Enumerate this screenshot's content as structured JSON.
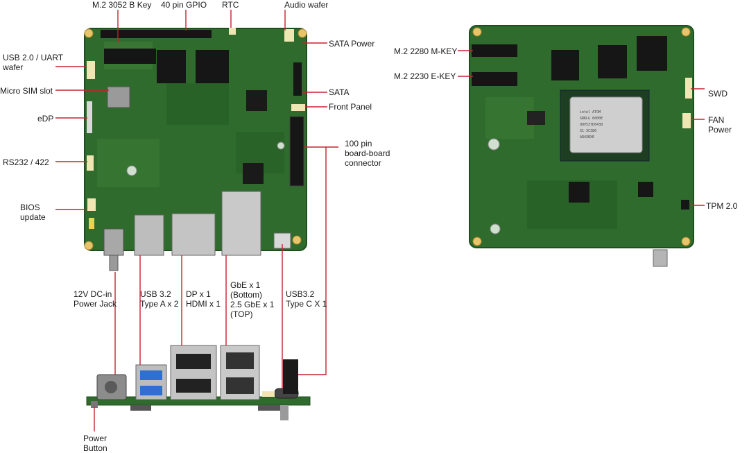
{
  "colors": {
    "pcb": "#2f6b2c",
    "pcb_dark": "#1f4f1f",
    "leader": "#c8202f",
    "metal": "#b9b9b9",
    "usb_blue": "#2e6fd1"
  },
  "labels": {
    "m2_3052": "M.2 3052 B Key",
    "gpio": "40 pin GPIO",
    "rtc": "RTC",
    "audio": "Audio wafer",
    "usb_uart": "USB 2.0 / UART\nwafer",
    "sim": "Micro SIM slot",
    "edp": "eDP",
    "rs232": "RS232 / 422",
    "bios": "BIOS\nupdate",
    "sata_power": "SATA Power",
    "sata": "SATA",
    "front_panel": "Front Panel",
    "board_conn": "100 pin\nboard-board\nconnector",
    "dc_in": "12V DC-in\nPower Jack",
    "usb32a": "USB 3.2\nType A x 2",
    "dp_hdmi": "DP x 1\nHDMI x 1",
    "gbe": "GbE x 1\n(Bottom)\n2.5 GbE x 1\n(TOP)",
    "usbc": "USB3.2\nType C X 1",
    "power_button": "Power\nButton",
    "m2_2280": "M.2 2280 M-KEY",
    "m2_2230": "M.2 2230 E-KEY",
    "swd": "SWD",
    "fan_power": "FAN Power",
    "tpm": "TPM 2.0"
  },
  "chip_marking": [
    "intel ATOM",
    "SRKLG 6000E",
    "U9V5Z7D0438",
    "X1-3C386",
    "AR4XBXE"
  ]
}
